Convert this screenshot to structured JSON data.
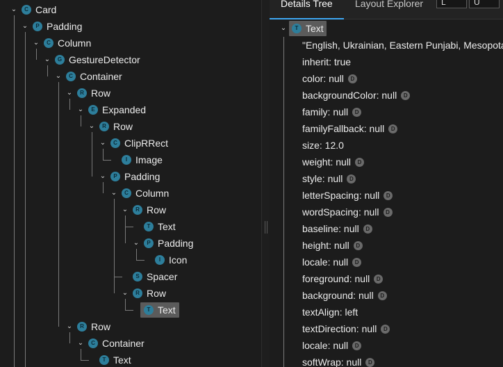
{
  "widget_tree": {
    "nodes": [
      {
        "label": "Card",
        "badge": "C",
        "depth": 0,
        "expanded": true
      },
      {
        "label": "Padding",
        "badge": "P",
        "depth": 1,
        "expanded": true
      },
      {
        "label": "Column",
        "badge": "C",
        "depth": 2,
        "expanded": true
      },
      {
        "label": "GestureDetector",
        "badge": "G",
        "depth": 3,
        "expanded": true
      },
      {
        "label": "Container",
        "badge": "C",
        "depth": 4,
        "expanded": true
      },
      {
        "label": "Row",
        "badge": "R",
        "depth": 5,
        "expanded": true
      },
      {
        "label": "Expanded",
        "badge": "E",
        "depth": 6,
        "expanded": true
      },
      {
        "label": "Row",
        "badge": "R",
        "depth": 7,
        "expanded": true
      },
      {
        "label": "ClipRRect",
        "badge": "C",
        "depth": 8,
        "expanded": true
      },
      {
        "label": "Image",
        "badge": "I",
        "depth": 9,
        "expanded": false
      },
      {
        "label": "Padding",
        "badge": "P",
        "depth": 8,
        "expanded": true
      },
      {
        "label": "Column",
        "badge": "C",
        "depth": 9,
        "expanded": true
      },
      {
        "label": "Row",
        "badge": "R",
        "depth": 10,
        "expanded": true
      },
      {
        "label": "Text",
        "badge": "T",
        "depth": 11,
        "expanded": false
      },
      {
        "label": "Padding",
        "badge": "P",
        "depth": 11,
        "expanded": true
      },
      {
        "label": "Icon",
        "badge": "I",
        "depth": 12,
        "expanded": false
      },
      {
        "label": "Spacer",
        "badge": "S",
        "depth": 10,
        "expanded": false
      },
      {
        "label": "Row",
        "badge": "R",
        "depth": 10,
        "expanded": true
      },
      {
        "label": "Text",
        "badge": "T",
        "depth": 11,
        "expanded": false,
        "selected": true
      },
      {
        "label": "Row",
        "badge": "R",
        "depth": 5,
        "expanded": true
      },
      {
        "label": "Container",
        "badge": "C",
        "depth": 6,
        "expanded": true
      },
      {
        "label": "Text",
        "badge": "T",
        "depth": 7,
        "expanded": false
      }
    ]
  },
  "details": {
    "tabs": [
      "Details Tree",
      "Layout Explorer"
    ],
    "active_tab": "Details Tree",
    "tab_inputs": [
      "L",
      "U"
    ],
    "root": {
      "label": "Text",
      "badge": "T"
    },
    "properties": [
      {
        "text": "\"English, Ukrainian, Eastern Punjabi, Mesopota",
        "default": false
      },
      {
        "text": "inherit: true",
        "default": false
      },
      {
        "text": "color: null",
        "default": true
      },
      {
        "text": "backgroundColor: null",
        "default": true
      },
      {
        "text": "family: null",
        "default": true
      },
      {
        "text": "familyFallback: null",
        "default": true
      },
      {
        "text": "size: 12.0",
        "default": false
      },
      {
        "text": "weight: null",
        "default": true
      },
      {
        "text": "style: null",
        "default": true
      },
      {
        "text": "letterSpacing: null",
        "default": true
      },
      {
        "text": "wordSpacing: null",
        "default": true
      },
      {
        "text": "baseline: null",
        "default": true
      },
      {
        "text": "height: null",
        "default": true
      },
      {
        "text": "locale: null",
        "default": true
      },
      {
        "text": "foreground: null",
        "default": true
      },
      {
        "text": "background: null",
        "default": true
      },
      {
        "text": "textAlign: left",
        "default": false
      },
      {
        "text": "textDirection: null",
        "default": true
      },
      {
        "text": "locale: null",
        "default": true
      },
      {
        "text": "softWrap: null",
        "default": true
      }
    ],
    "default_badge": "D"
  },
  "colors": {
    "background": "#1c1c1c",
    "badge": "#2d7e9b",
    "selection": "#5b5b5b",
    "tab_underline": "#3fa9f5"
  }
}
